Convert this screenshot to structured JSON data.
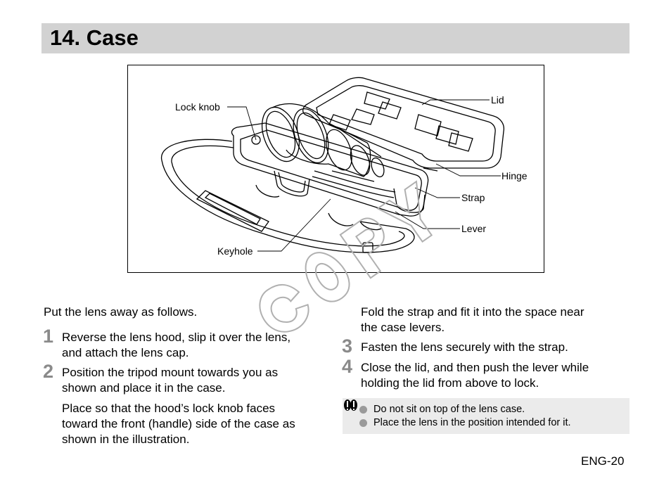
{
  "page": {
    "title": "14. Case",
    "page_number": "ENG-20"
  },
  "figure": {
    "labels": {
      "lock_knob": "Lock knob",
      "lid": "Lid",
      "hinge": "Hinge",
      "strap": "Strap",
      "lever": "Lever",
      "keyhole": "Keyhole"
    }
  },
  "body": {
    "intro": "Put the lens away as follows.",
    "steps": [
      {
        "num": "1",
        "lines": [
          "Reverse the lens hood, slip it over the lens,",
          "and attach the lens cap."
        ]
      },
      {
        "num": "2",
        "lines": [
          "Position the tripod mount towards you as",
          "shown and place it in the case."
        ]
      },
      {
        "num": "3",
        "lines": [
          "Fasten the lens securely with the strap."
        ]
      },
      {
        "num": "4",
        "lines": [
          "Close the lid, and then push the lever while",
          "holding the lid from above to lock."
        ]
      }
    ],
    "step2_extra": [
      "Place so that the hood’s lock knob faces",
      "toward the front (handle) side of the case as",
      "shown in the illustration."
    ],
    "step2_extra_cont": [
      "Fold the strap and fit it into the space near",
      "the case levers."
    ]
  },
  "notes": {
    "items": [
      "Do not sit on top of the lens case.",
      "Place the lens in the position intended for it."
    ]
  },
  "colors": {
    "title_bar": "#d2d2d2",
    "notes_bg": "#ebebeb",
    "bullet": "#9a9a9a",
    "step_number": "#8a8a8a"
  }
}
